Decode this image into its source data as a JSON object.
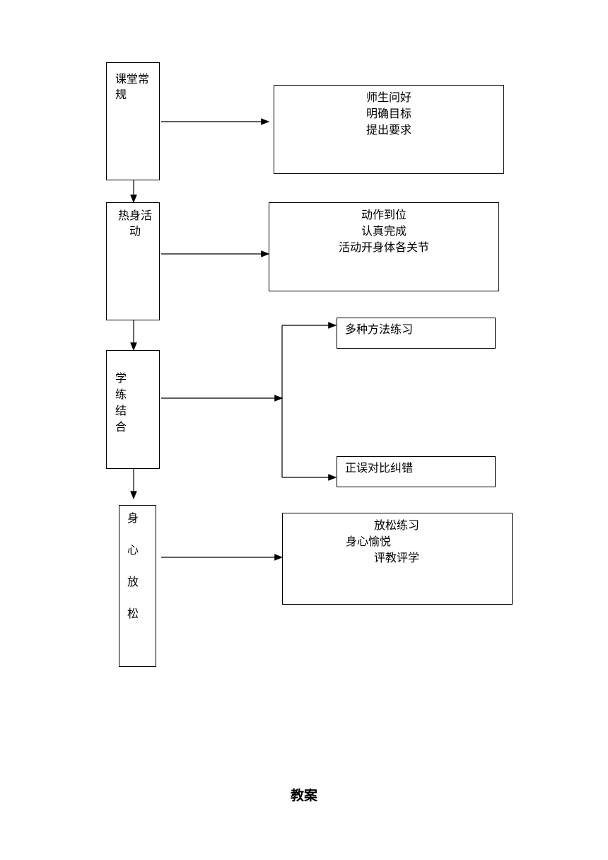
{
  "steps": [
    {
      "label": "课堂常规",
      "detail_lines": [
        "师生问好",
        "明确目标",
        "提出要求"
      ]
    },
    {
      "label": "热身活动",
      "detail_lines": [
        "动作到位",
        "认真完成",
        "活动开身体各关节"
      ]
    },
    {
      "label_chars": [
        "学",
        "练",
        "结",
        "合"
      ],
      "branches": [
        "多种方法练习",
        "正误对比纠错"
      ]
    },
    {
      "label_chars": [
        "身",
        "心",
        "放",
        "松"
      ],
      "detail_lines": [
        "放松练习",
        "身心愉悦",
        "评教评学"
      ]
    }
  ],
  "footer": "教案"
}
